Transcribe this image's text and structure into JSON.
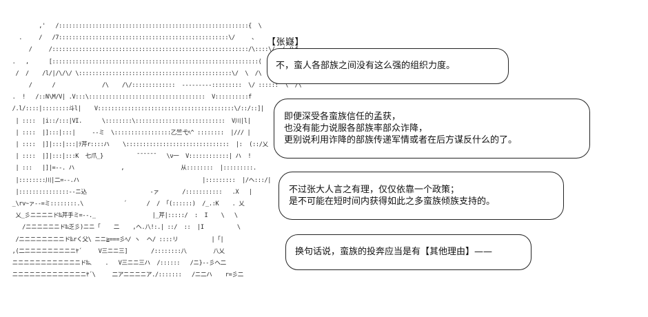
{
  "speaker": "【张嶷】",
  "bubbles": [
    {
      "lines": [
        "不，蛮人各部族之间没有这么强的组织力度。"
      ]
    },
    {
      "lines": [
        "即便深受各蛮族信任的孟获，",
        "也没有能力说服各部族率部众诈降，",
        "更别说利用诈降的部族传递军情或者在后方谋反什么的了。"
      ]
    },
    {
      "lines": [
        "不过张大人言之有理，仅仅依靠一个政策；",
        "是不可能在短时间内获得如此之多蛮族倾族支持的。"
      ]
    },
    {
      "lines": [
        "换句话说，蛮族的投奔应当是有【其他理由】——"
      ]
    }
  ],
  "ascii_art": "          ,'   /:::::::::::::::::::::::::::::::::::::::::::::::::::::::::{  \\\n    .     /   /7:::::::::::::::::::::::::::::::::::::::::::::::::::\\/     、\n       /     /:::::::::::::::::::::::::::::::::::::::::::::::::::::::::::/\\::::\\/  / /\\f\n  .   ,      [::::::::::::::::::::::::::::::::::::::::::::::::::::::::::::::(  \\ /\\  /:::  |\n   /  /    /l/|/\\/\\/ \\::::::::::::::::::::::::::::::::::::::::::::::\\/  \\  /\\  \\:::乂\n       /      /              /\\    /\\/:::::::::::::  ---------:::::::::  \\/ ::::::  \\  /\\\n  .  !   /::N\\M/V| .V:::\\:::::::::::::::::::::::::::::::::::  V::::::::::f\n  /.l/::::|::::::::斗l|    V:::::::::::::::::::::::::::::::::::::::::\\/::/::]|\n   | ::::  |i::/:::|VI.      \\::::::::\\:::::::::::::::::::::::::::  V川|l|\n   | ::::  |]:::|:::|     --ミ  \\:::::::::::::::::乙竺弋ﾍ^ ::::::::  |/// |\n   | ::::  |]|:::|:::|ﾃ芹r::::ハ    \\:::::::::::::::::::::::::::::::  |:  (::/乂\n   | ::::  |]|:::|:::K  七爪_}          ¯¯¯¯¯¯   \\ν一  V::::::::::::| ハ  !\n   | :::   |]|=--. ハ              ,                 从::::::::  |:::::::::.\n   |::::::::川|二=--.ハ                                     |:::::::::  |/ヘ:::/|\n   |:::::::::::::::--ニ込                   -ァ       /:::::::::::   .X   |\n  _\\rv~ァ--=ミ::::::::.\\            ´      /  / 「(::::::)  /_.:K    . 乂\n   乂_彡ニニニニド‰芹手ミ=--._                 |_芹|:::::/  :  I    \\   \\\n     /ニニニニニニド‰乏彡)ニニ「    二    ,ヘ.八!:.| ::/  ::  |I          \\\n   /ニニニニニニニニド‰rく父\\ ニニ≧===彡ﾍ/ ヽ  ヘ/ ::::リ          |「|\n  ,(二ニニニニニニニニニﾔ´     V三ニニ三]       /::::::::八        八乂\n  ニニニニニニニニニニニニド‰、   .   V三ニニ三ハ  /::::::   /ニ}--彡へ二\n  ニニニニニニニニニニニニニﾔ´\\     二アニニニニア./:::::::   /ニ二ハ    r=彡二"
}
